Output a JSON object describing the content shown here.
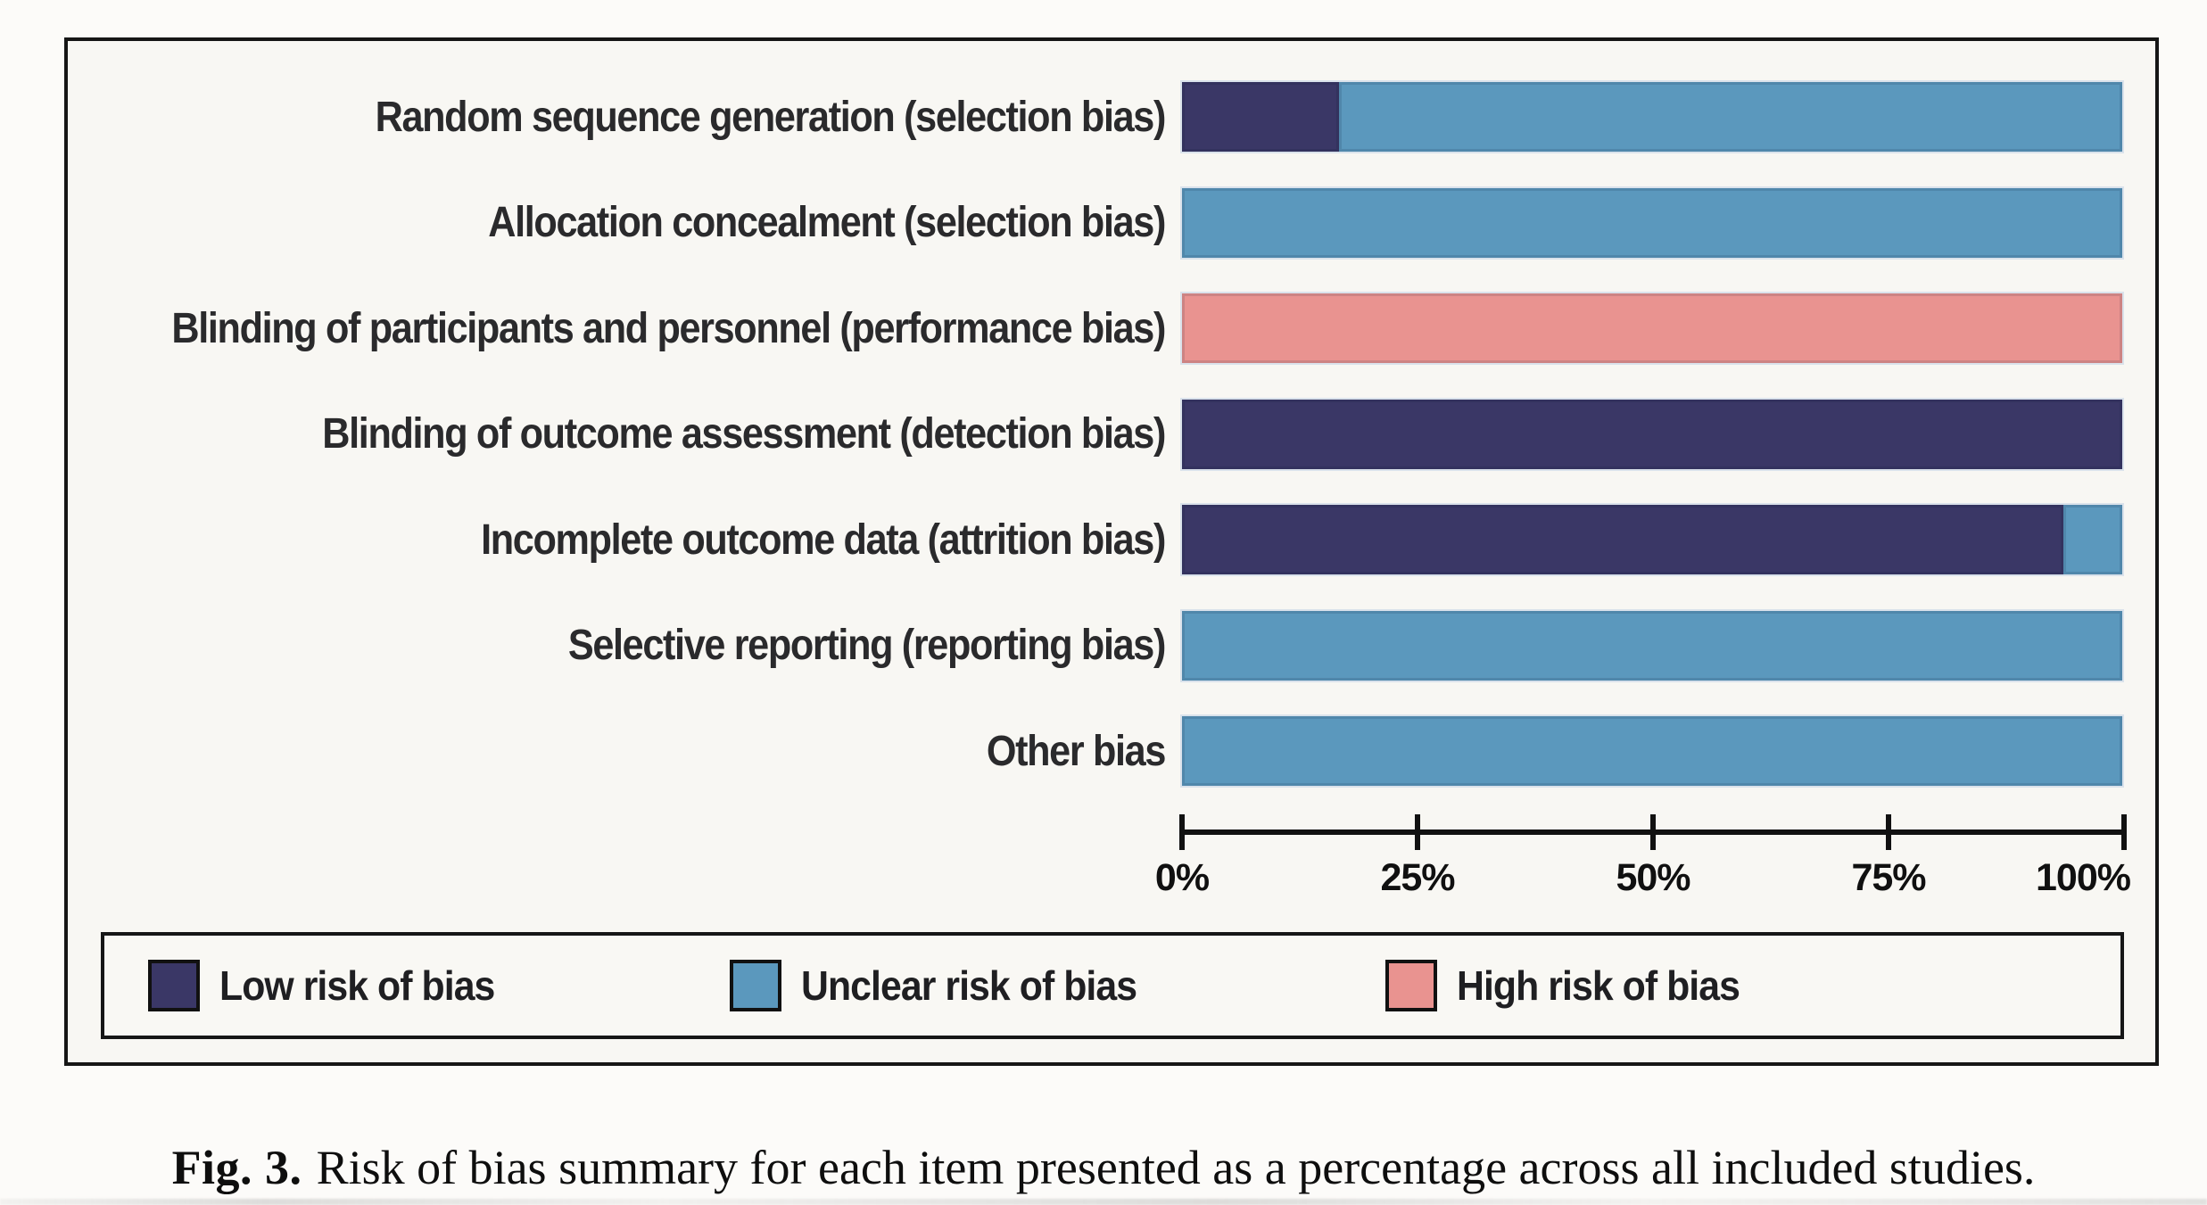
{
  "caption": {
    "label": "Fig. 3.",
    "text": "Risk of bias summary for each item presented as a percentage across all included studies."
  },
  "chart_data": {
    "type": "bar",
    "orientation": "horizontal",
    "stacked": true,
    "value_unit": "percent",
    "title": "",
    "xlabel": "",
    "ylabel": "",
    "grid": false,
    "categories": [
      "Random sequence generation (selection bias)",
      "Allocation concealment (selection bias)",
      "Blinding of participants and personnel (performance bias)",
      "Blinding of outcome assessment (detection bias)",
      "Incomplete outcome data (attrition bias)",
      "Selective reporting (reporting bias)",
      "Other bias"
    ],
    "series": [
      {
        "name": "Low risk of bias",
        "key": "low",
        "color": "#3a3766",
        "values": [
          16.7,
          0,
          0,
          100,
          93.7,
          0,
          0
        ]
      },
      {
        "name": "Unclear risk of bias",
        "key": "unclear",
        "color": "#5b98bd",
        "values": [
          83.3,
          100,
          0,
          0,
          6.3,
          100,
          100
        ]
      },
      {
        "name": "High risk of bias",
        "key": "high",
        "color": "#e99390",
        "values": [
          0,
          0,
          100,
          0,
          0,
          0,
          0
        ]
      }
    ],
    "x_axis": {
      "range": [
        0,
        100
      ],
      "ticks": [
        "0%",
        "25%",
        "50%",
        "75%",
        "100%"
      ]
    },
    "legend_position": "bottom"
  },
  "colors": {
    "low": "#3a3766",
    "unclear": "#5b98bd",
    "high": "#e99390",
    "frame_border": "#161616",
    "figure_background": "#f8f7f3"
  }
}
